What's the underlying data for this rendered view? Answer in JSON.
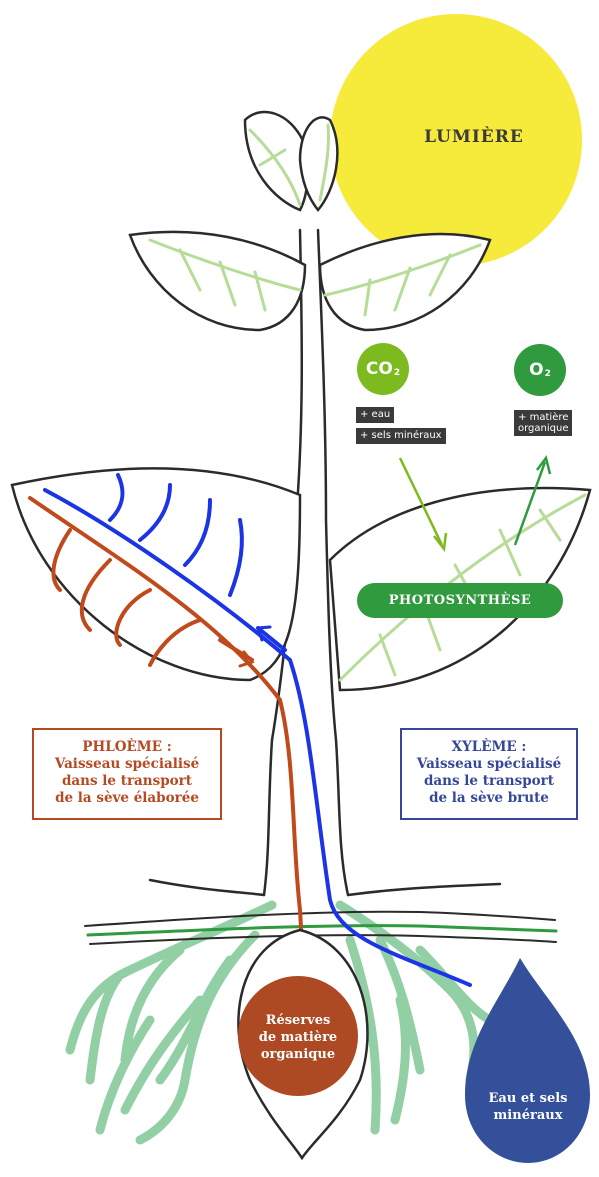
{
  "sun": {
    "label": "LUMIÈRE",
    "color": "#f6ea3b"
  },
  "co2": {
    "formula": "CO",
    "subscript": "2",
    "color": "#7cba1f"
  },
  "o2": {
    "formula": "O",
    "subscript": "2",
    "color": "#2f9a3e"
  },
  "inputs": [
    "+ eau",
    "+ sels minéraux"
  ],
  "outputs": [
    "+ matière",
    "organique"
  ],
  "photosynthesis": {
    "label": "PHOTOSYNTHÈSE",
    "color": "#2f9a3e"
  },
  "phloeme": {
    "title": "PHLOÈME :",
    "lines": [
      "Vaisseau spécialisé",
      "dans le transport",
      "de la sève élaborée"
    ],
    "color": "#b54a22"
  },
  "xyleme": {
    "title": "XYLÈME :",
    "lines": [
      "Vaisseau spécialisé",
      "dans le transport",
      "de la sève brute"
    ],
    "color": "#34479a"
  },
  "reserves": {
    "lines": [
      "Réserves",
      "de matière",
      "organique"
    ],
    "color": "#ad4a24"
  },
  "water": {
    "lines": [
      "Eau et sels",
      "minéraux"
    ],
    "color": "#34509a"
  },
  "colors": {
    "outline": "#2b2b2b",
    "leaf_vein": "#b7dc98",
    "root": "#93cfa4",
    "ground": "#2f9a3e",
    "sap_raw": "#1b34e6",
    "sap_elaborated": "#c04a1c"
  }
}
